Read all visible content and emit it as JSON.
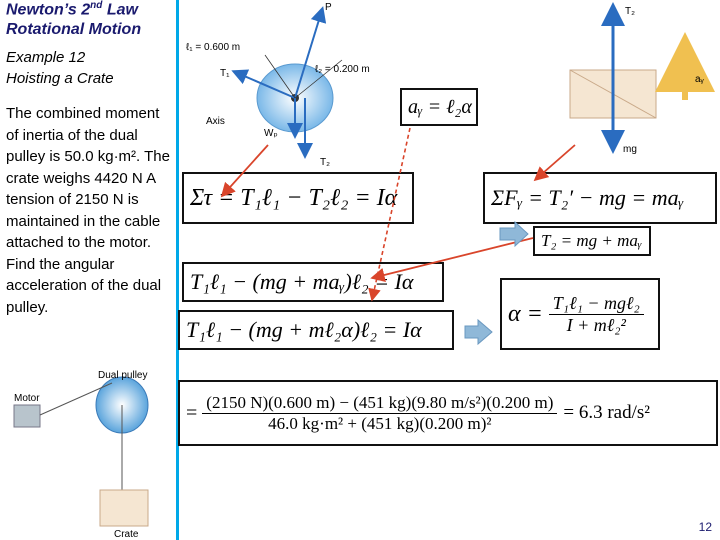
{
  "slide": {
    "title_line1_a": "Newton’s 2",
    "title_line1_sup": "nd",
    "title_line1_b": " Law",
    "title_line2": "Rotational Motion",
    "subtitle_line1": "Example 12",
    "subtitle_line2": "Hoisting a Crate",
    "problem_text": "The combined moment of inertia of the dual pulley is 50.0 kg·m². The crate weighs 4420 N A tension of 2150 N is maintained in the cable attached to the motor. Find the angular acceleration of the dual pulley.",
    "page_number": "12"
  },
  "diagram_pulley": {
    "l1": "ℓ₁ = 0.600 m",
    "l2": "ℓ₂ = 0.200 m",
    "p": "P",
    "t1": "T₁",
    "axis": "Axis",
    "wp": "Wₚ",
    "t2": "T₂"
  },
  "diagram_crate": {
    "t2": "T₂",
    "ay": "aᵧ",
    "mg": "mg"
  },
  "diagram_bottom": {
    "motor": "Motor",
    "dual_pulley": "Dual pulley",
    "crate": "Crate"
  },
  "equations": {
    "ay_relation": "aᵧ = ℓ₂α",
    "torque_sum": "Στ = T₁ℓ₁ − T₂ℓ₂ = Iα",
    "force_sum": "ΣFᵧ = T₂′ − mg = maᵧ",
    "t2_expr": "T₂ = mg + maᵧ",
    "sub1": "T₁ℓ₁ − (mg + maᵧ)ℓ₂ = Iα",
    "sub2": "T₁ℓ₁ − (mg + mℓ₂α)ℓ₂ = Iα",
    "alpha_num": "T₁ℓ₁ − mgℓ₂",
    "alpha_den": "I + mℓ₂²",
    "final_num": "(2150 N)(0.600 m) − (451 kg)(9.80 m/s²)(0.200 m)",
    "final_den": "46.0 kg·m² + (451 kg)(0.200 m)²",
    "final_result": "= 6.3 rad/s²"
  }
}
